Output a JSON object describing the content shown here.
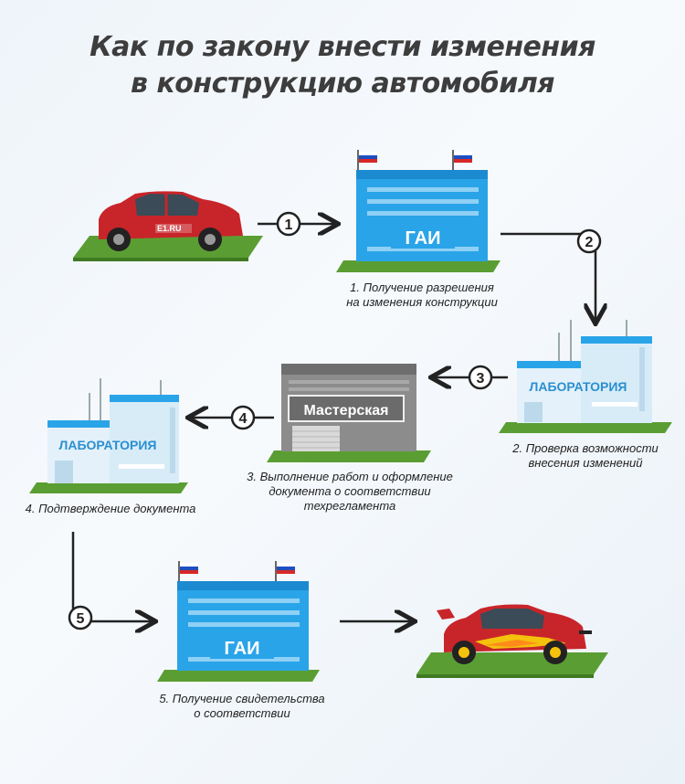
{
  "title": {
    "line1": "Как по закону внести изменения",
    "line2": "в конструкцию автомобиля"
  },
  "colors": {
    "building_blue": "#2aa4e8",
    "lab_light": "#d8ecf8",
    "workshop_gray": "#8c8c8c",
    "car_red": "#c8252a",
    "grass": "#5a9e33"
  },
  "buildings": {
    "gai_sign": "ГАИ",
    "lab_sign": "ЛАБОРАТОРИЯ",
    "workshop_sign": "Мастерская",
    "car_plate": "E1.RU"
  },
  "steps": [
    {
      "number": "1",
      "caption_line1": "1. Получение разрешения",
      "caption_line2": "на изменения конструкции"
    },
    {
      "number": "2",
      "caption_line1": "2. Проверка возможности",
      "caption_line2": "внесения изменений"
    },
    {
      "number": "3",
      "caption_line1": "3. Выполнение работ и оформление",
      "caption_line2": "документа о соответствии",
      "caption_line3": "техрегламента"
    },
    {
      "number": "4",
      "caption_line1": "4. Подтверждение документа"
    },
    {
      "number": "5",
      "caption_line1": "5. Получение свидетельства",
      "caption_line2": "о соответствии"
    }
  ]
}
